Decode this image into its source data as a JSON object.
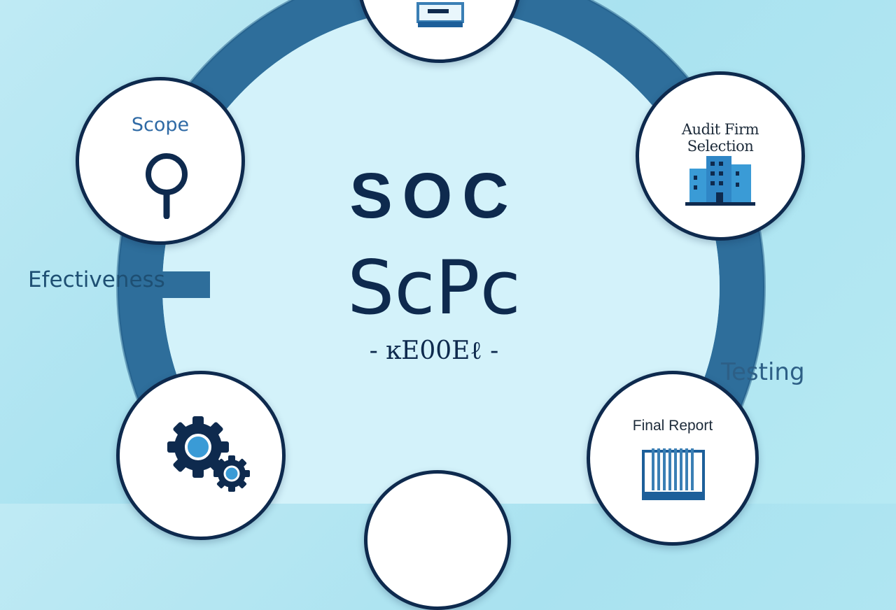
{
  "title": {
    "line1": "SOC",
    "line2": "ScPc",
    "subtitle": "- ĸE00Eℓ -"
  },
  "nodes": {
    "scope": {
      "label": "Scope",
      "icon": "magnifier-icon"
    },
    "audit_firm": {
      "label_line1": "Audit Firm",
      "label_line2": "Selection",
      "icon": "building-icon"
    },
    "final_report": {
      "label": "Final Report",
      "icon": "document-icon"
    },
    "process": {
      "icon": "gears-icon"
    },
    "top": {
      "icon": "monitor-icon"
    }
  },
  "side_labels": {
    "left": "Efectiveness",
    "right": "Testing"
  },
  "colors": {
    "ring": "#2e6e9b",
    "ring_outer": "#1f5a86",
    "navy": "#0e2a4e",
    "accent_blue": "#3a9bd6",
    "background": "#b4e6f2"
  }
}
